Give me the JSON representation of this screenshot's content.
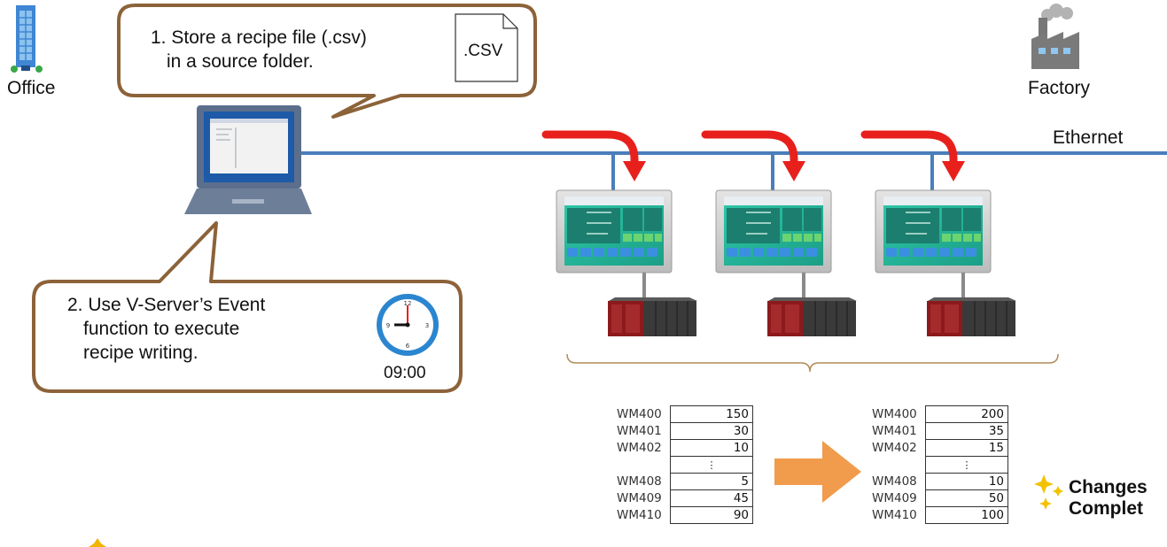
{
  "office": {
    "label": "Office"
  },
  "factory": {
    "label": "Factory"
  },
  "network": {
    "label": "Ethernet"
  },
  "callout1": {
    "line1": "1. Store a recipe file (.csv)",
    "line2": "in a source folder.",
    "file_label": ".CSV"
  },
  "callout2": {
    "line1": "2. Use V-Server’s Event",
    "line2": "function to execute",
    "line3": "recipe writing.",
    "time": "09:00"
  },
  "table_before": {
    "rows": [
      {
        "addr": "WM400",
        "value": "150"
      },
      {
        "addr": "WM401",
        "value": "30"
      },
      {
        "addr": "WM402",
        "value": "10"
      },
      {
        "addr": "",
        "value": "⋮"
      },
      {
        "addr": "WM408",
        "value": "5"
      },
      {
        "addr": "WM409",
        "value": "45"
      },
      {
        "addr": "WM410",
        "value": "90"
      }
    ]
  },
  "table_after": {
    "rows": [
      {
        "addr": "WM400",
        "value": "200"
      },
      {
        "addr": "WM401",
        "value": "35"
      },
      {
        "addr": "WM402",
        "value": "15"
      },
      {
        "addr": "",
        "value": "⋮"
      },
      {
        "addr": "WM408",
        "value": "10"
      },
      {
        "addr": "WM409",
        "value": "50"
      },
      {
        "addr": "WM410",
        "value": "100"
      }
    ]
  },
  "result": {
    "line1": "Changes",
    "line2": "Complet"
  },
  "colors": {
    "line": "#4a7ebb",
    "red_arrow": "#e8201c",
    "orange_arrow": "#f19b4c",
    "callout_border": "#8c6239",
    "sparkle": "#f2c200"
  },
  "icons": [
    "office-building-icon",
    "factory-icon",
    "laptop-icon",
    "file-icon",
    "clock-icon",
    "hmi-panel-icon",
    "plc-icon",
    "sparkle-icon"
  ]
}
